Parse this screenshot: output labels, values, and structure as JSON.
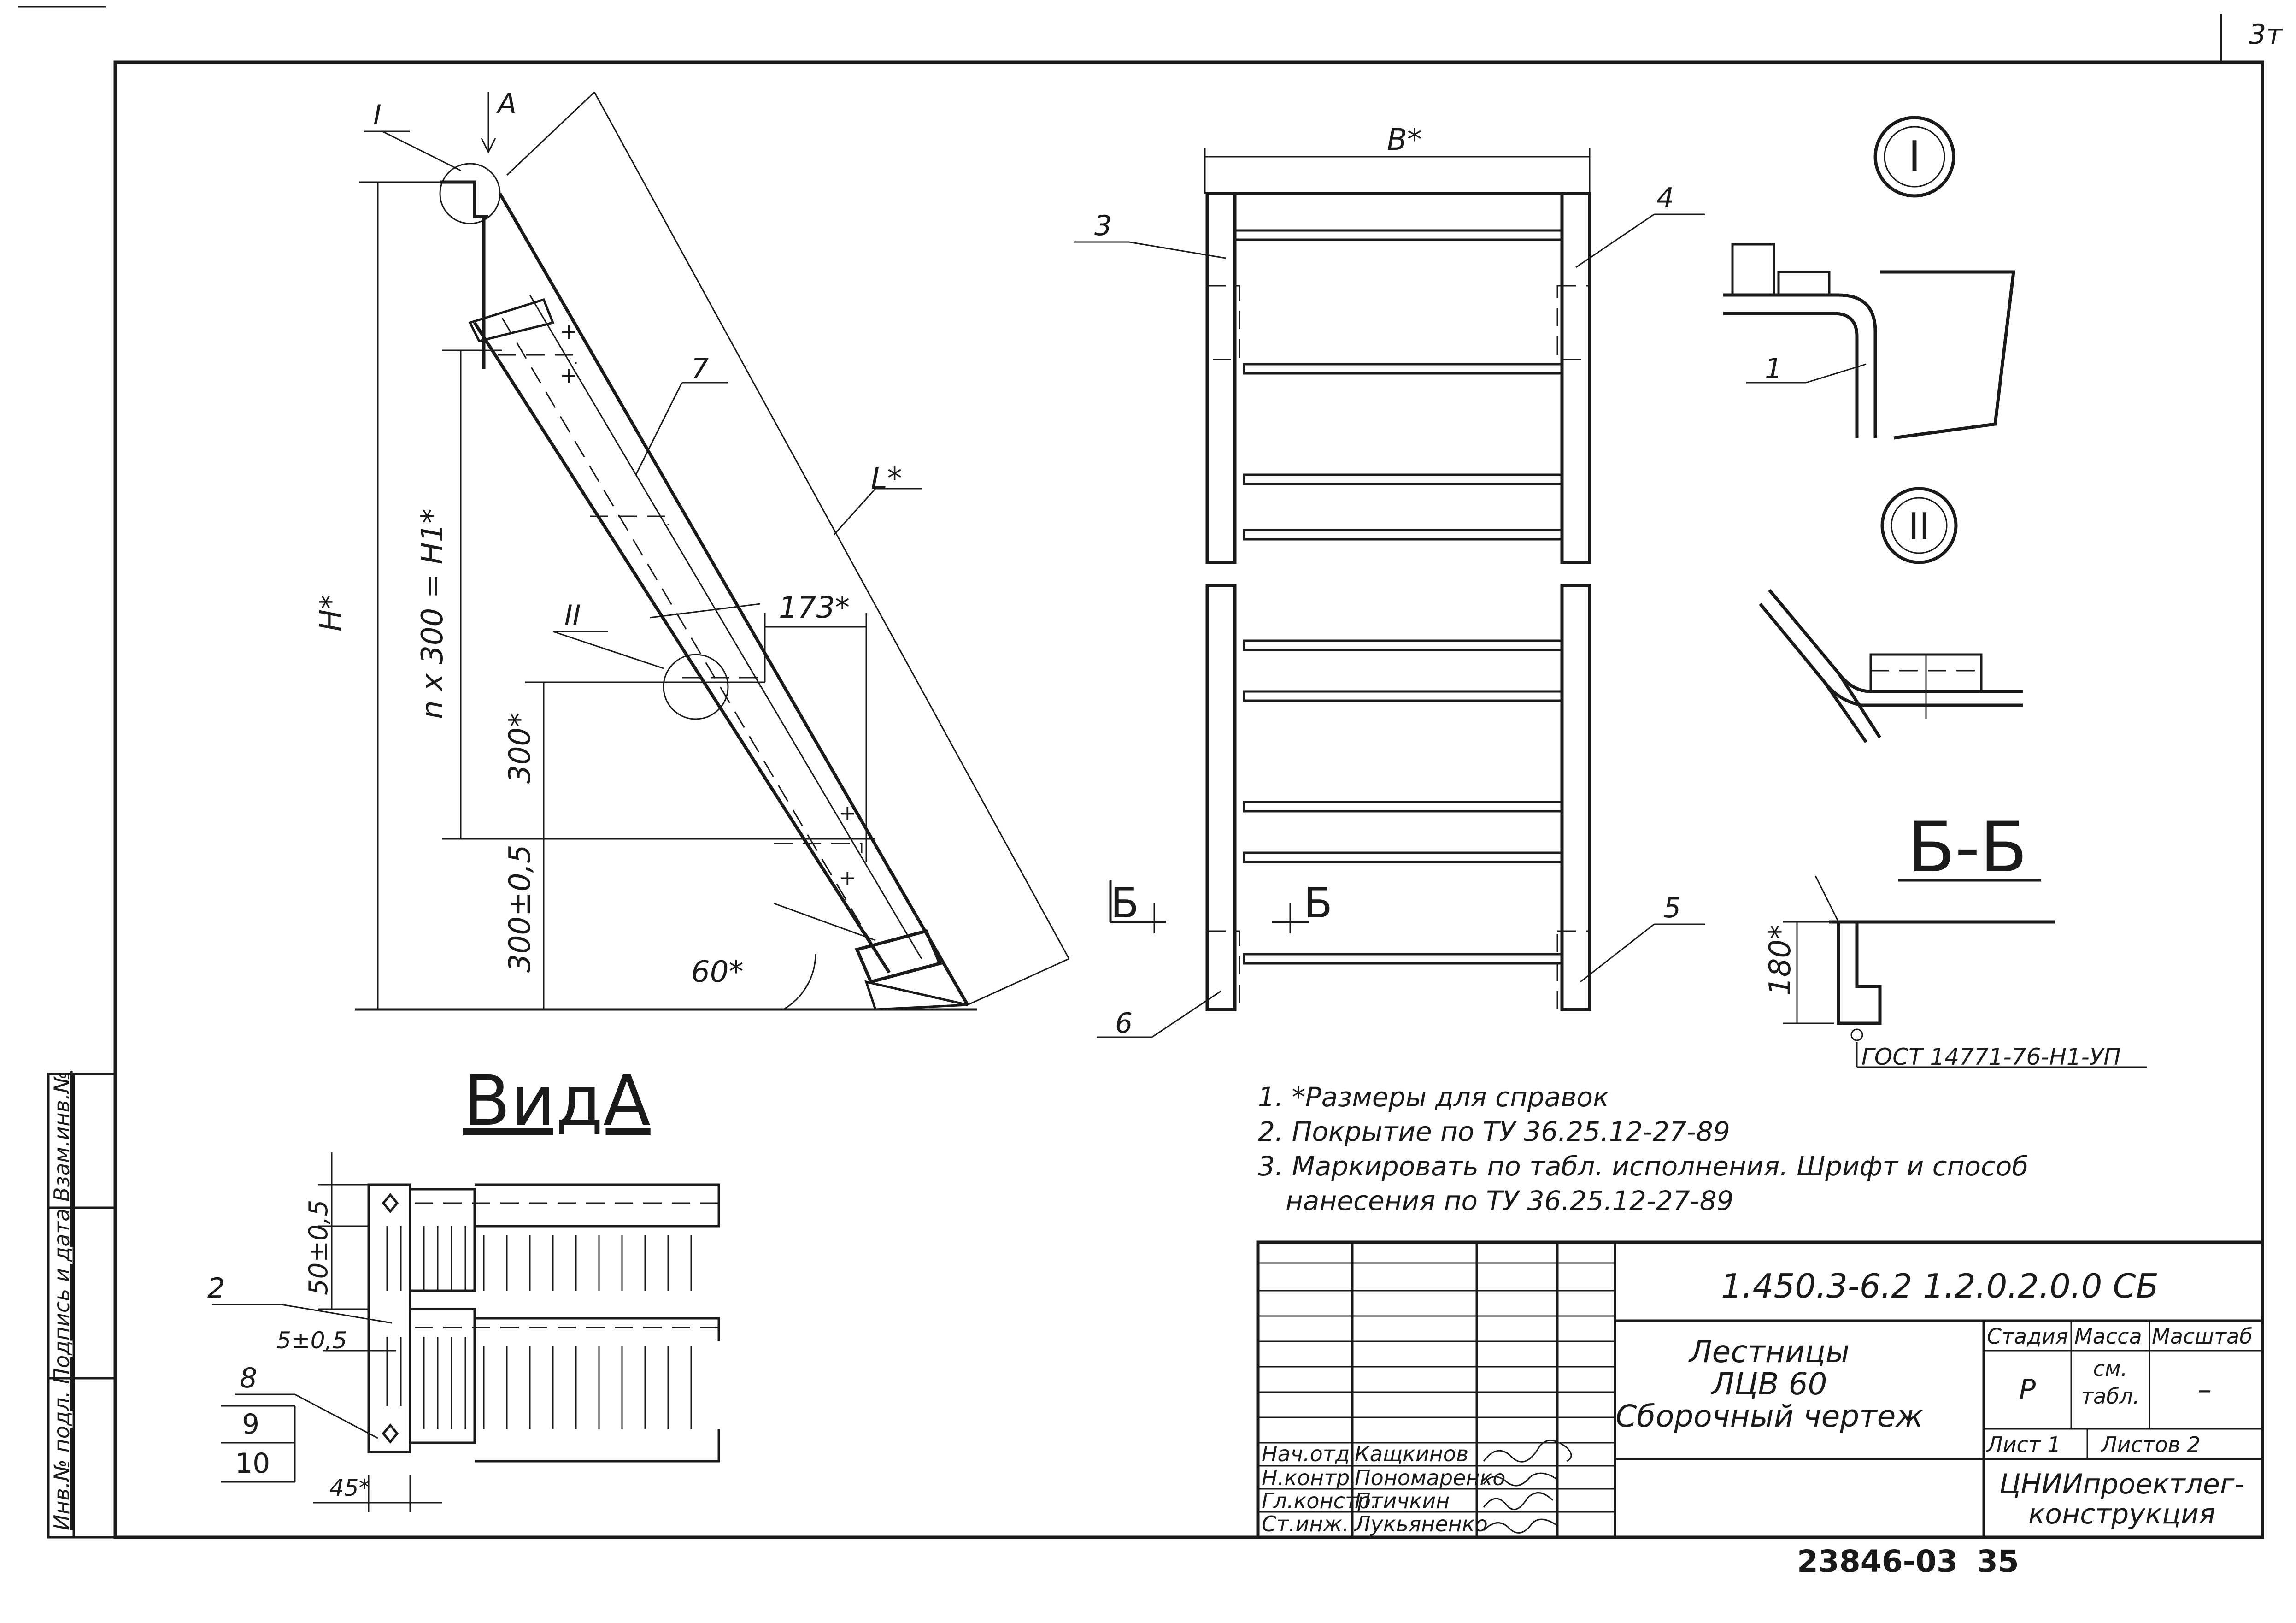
{
  "sheet_corner": "3т",
  "drawing_number": "1.450.3-6.2 1.2.0.2.0.0 СБ",
  "title_lines": [
    "Лестницы",
    "ЛЦВ 60",
    "Сборочный чертеж"
  ],
  "stage": {
    "header": "Стадия",
    "value": "Р"
  },
  "mass": {
    "header": "Масса",
    "value_lines": [
      "см.",
      "табл."
    ]
  },
  "scale": {
    "header": "Масштаб",
    "value": "–"
  },
  "sheet": {
    "label": "Лист 1",
    "total": "Листов 2"
  },
  "organization": [
    "ЦНИИпроектлег-",
    "конструкция"
  ],
  "roles": [
    {
      "role": "Нач.отд.",
      "name": "Кащкинов"
    },
    {
      "role": "Н.контр.",
      "name": "Пономаренко"
    },
    {
      "role": "Гл.констр.",
      "name": "Птичкин"
    },
    {
      "role": "Ст.инж.",
      "name": "Лукьяненко"
    }
  ],
  "side_stamp": "Инв.№ подл. Подпись и дата Взам.инв.№",
  "bottom_code": "23846-03",
  "page_number": "35",
  "notes": [
    "1. *Размеры для справок",
    "2. Покрытие по ТУ 36.25.12-27-89",
    "3. Маркировать по табл. исполнения. Шрифт и способ",
    "нанесения по ТУ 36.25.12-27-89"
  ],
  "view_titles": {
    "view_a": "ВидА",
    "detail_1": "I",
    "detail_2": "II",
    "section": "Б-Б",
    "cut_b": "Б",
    "view_arrow": "А"
  },
  "dimensions": {
    "height": "H*",
    "steps": "n x 300 = H1*",
    "step_300": "300*",
    "step_base": "300±0,5",
    "length": "L*",
    "offset_173": "173*",
    "angle": "60*",
    "width": "B*",
    "section_180": "180*",
    "view_a_50": "50±0,5",
    "view_a_5": "5±0,5",
    "view_a_45": "45*"
  },
  "standard_ref": "ГОСТ 14771-76-Н1-УП",
  "callouts": [
    "1",
    "2",
    "3",
    "4",
    "5",
    "6",
    "7",
    "8",
    "9",
    "10"
  ]
}
